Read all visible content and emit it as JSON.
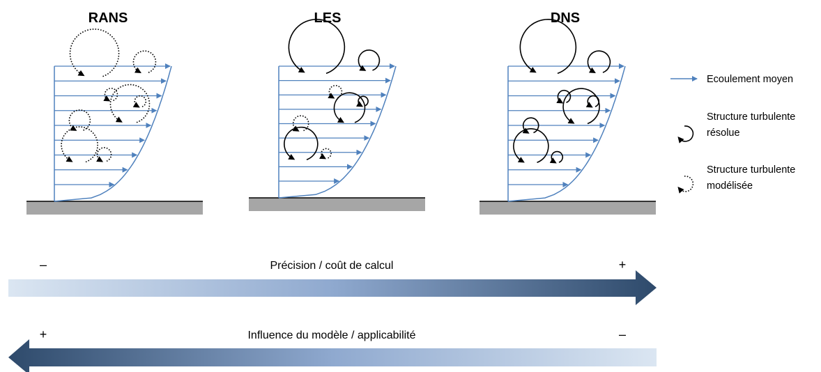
{
  "panels": [
    {
      "id": "rans",
      "title": "RANS",
      "mode": "modeled"
    },
    {
      "id": "les",
      "title": "LES",
      "mode": "mixed"
    },
    {
      "id": "dns",
      "title": "DNS",
      "mode": "resolved"
    }
  ],
  "legend": {
    "mean_flow": "Ecoulement moyen",
    "resolved_l1": "Structure turbulente",
    "resolved_l2": "résolue",
    "modeled_l1": "Structure turbulente",
    "modeled_l2": "modélisée"
  },
  "scales": [
    {
      "label": "Précision / coût de calcul",
      "left_sign": "–",
      "right_sign": "+",
      "direction": "right"
    },
    {
      "label": "Influence du modèle / applicabilité",
      "left_sign": "+",
      "right_sign": "–",
      "direction": "left"
    }
  ],
  "colors": {
    "flow": "#4f81bd",
    "wall": "#a6a6a6",
    "eddy": "#000000",
    "arrow_dark": "#2e4a6b",
    "arrow_light": "#dbe6f2"
  }
}
